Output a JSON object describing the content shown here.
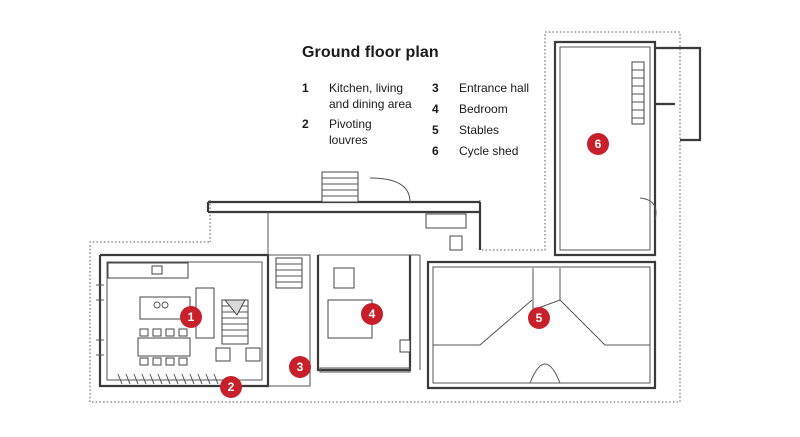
{
  "title": "Ground floor plan",
  "legend": [
    {
      "num": "1",
      "text": "Kitchen, living and dining area"
    },
    {
      "num": "2",
      "text": "Pivoting louvres"
    },
    {
      "num": "3",
      "text": "Entrance hall"
    },
    {
      "num": "4",
      "text": "Bedroom"
    },
    {
      "num": "5",
      "text": "Stables"
    },
    {
      "num": "6",
      "text": "Cycle shed"
    }
  ],
  "markers": [
    "1",
    "2",
    "3",
    "4",
    "5",
    "6"
  ],
  "colors": {
    "marker": "#c8202b",
    "wall": "#3a3a3a"
  }
}
